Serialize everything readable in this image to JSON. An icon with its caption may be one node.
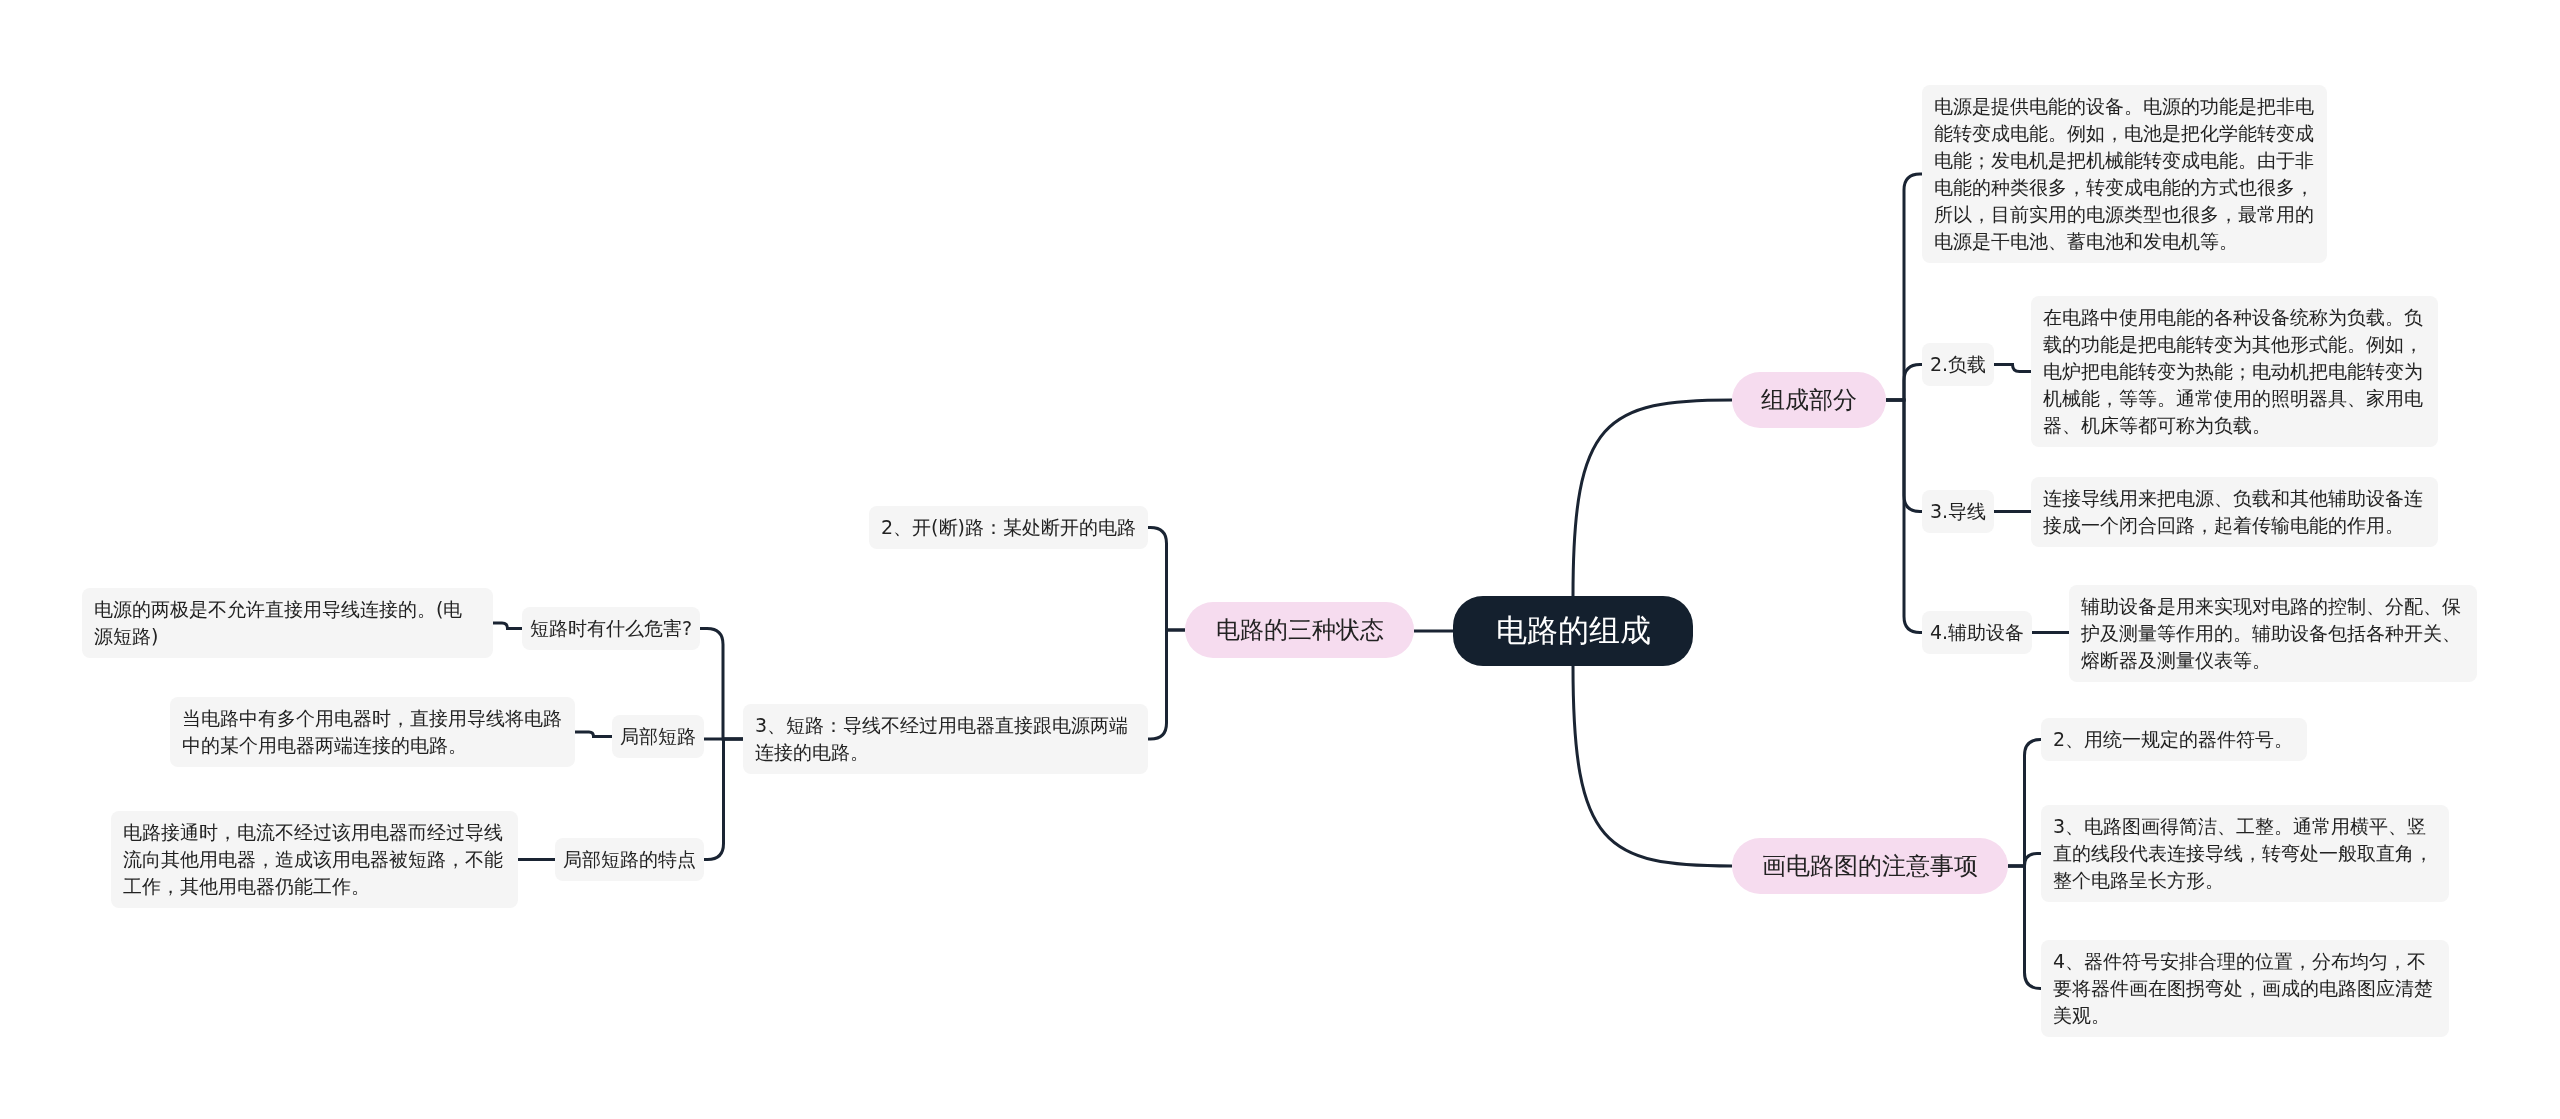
{
  "diagram": {
    "nodes": [
      {
        "text": [
          "电路的组成"
        ]
      },
      {
        "text": [
          "组成部分"
        ]
      },
      {
        "text": [
          "电源是提供电能的设备。电源的功能是把非电能转变成电能。例如，电池是把化学能转变成电能；发电机是把机械能转变成电能。由于非电能的种类很多，转变成电能的方式也很多，所以，目前实用的电源类型也很多，最常用的电源是干电池、蓄电池和发电机等。"
        ]
      },
      {
        "text": [
          "2.负载"
        ]
      },
      {
        "text": [
          "在电路中使用电能的各种设备统称为负载。负载的功能是把电能转变为其他形式能。例如，电炉把电能转变为热能；电动机把电能转变为机械能，等等。通常使用的照明器具、家用电器、机床等都可称为负载。"
        ]
      },
      {
        "text": [
          "3.导线"
        ]
      },
      {
        "text": [
          "连接导线用来把电源、负载和其他辅助设备连接成一个闭合回路，起着传输电能的作用。"
        ]
      },
      {
        "text": [
          "4.辅助设备"
        ]
      },
      {
        "text": [
          "辅助设备是用来实现对电路的控制、分配、保护及测量等作用的。辅助设备包括各种开关、熔断器及测量仪表等。"
        ]
      },
      {
        "text": [
          "画电路图的注意事项"
        ]
      },
      {
        "text": [
          "2、用统一规定的器件符号。"
        ]
      },
      {
        "text": [
          "3、电路图画得简洁、工整。通常用横平、竖直的线段代表连接导线，转弯处一般取直角，整个电路呈长方形。"
        ]
      },
      {
        "text": [
          "4、器件符号安排合理的位置，分布均匀，不要将器件画在图拐弯处，画成的电路图应清楚美观。"
        ]
      },
      {
        "text": [
          "电路的三种状态"
        ]
      },
      {
        "text": [
          "2、开(断)路：某处断开的电路"
        ]
      },
      {
        "text": [
          "3、短路：导线不经过用电器直接跟电源两端连接的电路。"
        ]
      },
      {
        "text": [
          "短路时有什么危害?"
        ]
      },
      {
        "text": [
          "电源的两极是不允许直接用导线连接的。(电源短路)"
        ]
      },
      {
        "text": [
          "局部短路"
        ]
      },
      {
        "text": [
          "当电路中有多个用电器时，直接用导线将电路中的某个用电器两端连接的电路。"
        ]
      },
      {
        "text": [
          "局部短路的特点"
        ]
      },
      {
        "text": [
          "电路接通时，电流不经过该用电器而经过导线流向其他用电器，造成该用电器被短路，不能工作，其他用电器仍能工作。"
        ]
      }
    ],
    "edges": [
      {
        "from": 0,
        "to": 1,
        "arrow": "none"
      },
      {
        "from": 0,
        "to": 9,
        "arrow": "none"
      },
      {
        "from": 0,
        "to": 13,
        "arrow": "none"
      },
      {
        "from": 1,
        "to": 2,
        "arrow": "none"
      },
      {
        "from": 1,
        "to": 3,
        "arrow": "none"
      },
      {
        "from": 1,
        "to": 5,
        "arrow": "none"
      },
      {
        "from": 1,
        "to": 7,
        "arrow": "none"
      },
      {
        "from": 3,
        "to": 4,
        "arrow": "none"
      },
      {
        "from": 5,
        "to": 6,
        "arrow": "none"
      },
      {
        "from": 7,
        "to": 8,
        "arrow": "none"
      },
      {
        "from": 9,
        "to": 10,
        "arrow": "none"
      },
      {
        "from": 9,
        "to": 11,
        "arrow": "none"
      },
      {
        "from": 9,
        "to": 12,
        "arrow": "none"
      },
      {
        "from": 13,
        "to": 14,
        "arrow": "none"
      },
      {
        "from": 13,
        "to": 15,
        "arrow": "none"
      },
      {
        "from": 15,
        "to": 16,
        "arrow": "none"
      },
      {
        "from": 15,
        "to": 18,
        "arrow": "none"
      },
      {
        "from": 15,
        "to": 20,
        "arrow": "none"
      },
      {
        "from": 16,
        "to": 17,
        "arrow": "none"
      },
      {
        "from": 18,
        "to": 19,
        "arrow": "none"
      },
      {
        "from": 20,
        "to": 21,
        "arrow": "none"
      }
    ]
  }
}
